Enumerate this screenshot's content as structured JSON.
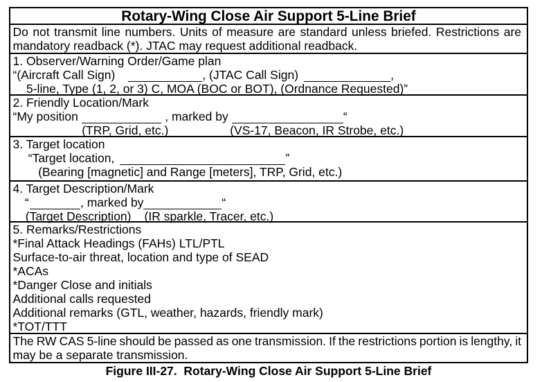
{
  "figure": {
    "title": "Rotary-Wing Close Air Support 5-Line Brief",
    "caption": "Figure III-27.  Rotary-Wing Close Air Support 5-Line Brief",
    "rows": [
      {
        "id": "intro",
        "lines": [
          {
            "just": true,
            "segs": [
              {
                "t": "Do not transmit line numbers. Units of measure are standard unless briefed. Restrictions are"
              }
            ]
          },
          {
            "segs": [
              {
                "t": "mandatory readback (*). JTAC may request additional readback."
              }
            ]
          }
        ]
      },
      {
        "id": "sec1",
        "lines": [
          {
            "segs": [
              {
                "t": "1. Observer/Warning Order/Game plan"
              }
            ]
          },
          {
            "segs": [
              {
                "t": "“(Aircraft Call Sign)"
              },
              {
                "gap": 18.5
              },
              {
                "blank": 107.5
              },
              {
                "t": ", (JTAC Call Sign)"
              },
              {
                "gap": 7.5
              },
              {
                "blank": 125.6
              },
              {
                "t": ","
              }
            ]
          },
          {
            "segs": [
              {
                "gap": 19.5
              },
              {
                "t": "5-line, Type (1, 2, or 3) C, MOA (BOC or BOT), (Ordnance Requested)”"
              }
            ]
          }
        ]
      },
      {
        "id": "sec2",
        "lines": [
          {
            "segs": [
              {
                "t": "2. Friendly Location/Mark"
              }
            ]
          },
          {
            "segs": [
              {
                "t": "“My position"
              },
              {
                "gap": 5.0
              },
              {
                "blank": 115.6
              },
              {
                "t": " , marked by"
              },
              {
                "gap": 4.9
              },
              {
                "blank": 161.2
              },
              {
                "t": "“"
              }
            ]
          },
          {
            "segs": [
              {
                "gap": 99.7
              },
              {
                "t": "(TRP, Grid, etc.)"
              },
              {
                "gap": 88.9
              },
              {
                "t": "(VS-17, Beacon, IR Strobe, etc.)"
              }
            ]
          }
        ]
      },
      {
        "id": "sec3",
        "lines": [
          {
            "segs": [
              {
                "t": "3. Target location"
              }
            ]
          },
          {
            "segs": [
              {
                "gap": 22.3
              },
              {
                "t": "“Target location, "
              },
              {
                "gap": 2.6
              },
              {
                "blank": 239.7
              },
              {
                "t": "”"
              }
            ]
          },
          {
            "segs": [
              {
                "gap": 36.7
              },
              {
                "t": "(Bearing [magnetic] and Range [meters], TRP, Grid, etc.)"
              }
            ]
          }
        ]
      },
      {
        "id": "sec4",
        "lines": [
          {
            "segs": [
              {
                "t": "4. Target Description/Mark"
              }
            ]
          },
          {
            "segs": [
              {
                "gap": 17.4
              },
              {
                "t": "“"
              },
              {
                "gap": 1.4
              },
              {
                "blank": 72.9
              },
              {
                "t": ", marked by"
              },
              {
                "blank": 112.9
              },
              {
                "t": "“"
              }
            ]
          },
          {
            "segs": [
              {
                "gap": 18.3
              },
              {
                "t": "(Target Description)"
              },
              {
                "gap": 19.0
              },
              {
                "t": "(IR sparkle, Tracer, etc.)"
              }
            ]
          }
        ]
      },
      {
        "id": "sec5",
        "lines": [
          {
            "segs": [
              {
                "t": "5. Remarks/Restrictions"
              }
            ]
          },
          {
            "segs": [
              {
                "t": "*Final Attack Headings (FAHs) LTL/PTL"
              }
            ]
          },
          {
            "segs": [
              {
                "t": "Surface-to-air threat, location and type of SEAD"
              }
            ]
          },
          {
            "segs": [
              {
                "t": "*ACAs"
              }
            ]
          },
          {
            "segs": [
              {
                "t": "*Danger Close and initials"
              }
            ]
          },
          {
            "segs": [
              {
                "t": "Additional calls requested"
              }
            ]
          },
          {
            "segs": [
              {
                "t": "Additional remarks (GTL, weather, hazards, friendly mark)"
              }
            ]
          },
          {
            "segs": [
              {
                "t": "*TOT/TTT"
              }
            ]
          }
        ]
      },
      {
        "id": "footer",
        "lines": [
          {
            "just": true,
            "tight": true,
            "segs": [
              {
                "t": "The RW CAS 5-line should be passed as one transmission. If the restrictions portion is lengthy, it"
              }
            ]
          },
          {
            "segs": [
              {
                "t": "may be a separate transmission."
              }
            ]
          }
        ]
      }
    ]
  }
}
